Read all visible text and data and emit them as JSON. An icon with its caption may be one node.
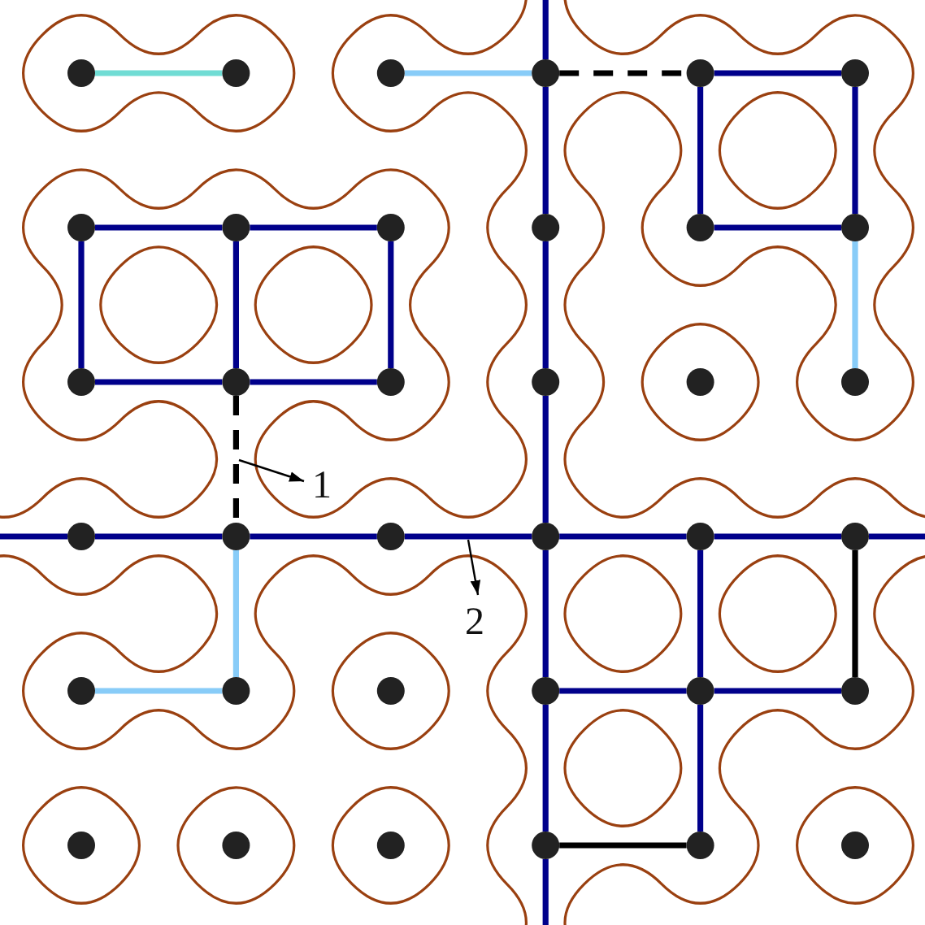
{
  "diagram": {
    "nodes": [
      {
        "text": [],
        "shape": "circle"
      },
      {
        "text": [],
        "shape": "circle"
      },
      {
        "text": [],
        "shape": "circle"
      },
      {
        "text": [],
        "shape": "circle"
      },
      {
        "text": [],
        "shape": "circle"
      },
      {
        "text": [],
        "shape": "circle"
      },
      {
        "text": [],
        "shape": "circle"
      },
      {
        "text": [],
        "shape": "circle"
      },
      {
        "text": [],
        "shape": "circle"
      },
      {
        "text": [],
        "shape": "circle"
      },
      {
        "text": [],
        "shape": "circle"
      },
      {
        "text": [],
        "shape": "circle"
      },
      {
        "text": [],
        "shape": "circle"
      },
      {
        "text": [],
        "shape": "circle"
      },
      {
        "text": [],
        "shape": "circle"
      },
      {
        "text": [],
        "shape": "circle"
      },
      {
        "text": [],
        "shape": "circle"
      },
      {
        "text": [],
        "shape": "circle"
      },
      {
        "text": [],
        "shape": "circle"
      },
      {
        "text": [],
        "shape": "circle"
      },
      {
        "text": [],
        "shape": "circle"
      },
      {
        "text": [],
        "shape": "circle"
      },
      {
        "text": [],
        "shape": "circle"
      },
      {
        "text": [],
        "shape": "circle"
      },
      {
        "text": [],
        "shape": "circle"
      },
      {
        "text": [],
        "shape": "circle"
      },
      {
        "text": [],
        "shape": "circle"
      },
      {
        "text": [],
        "shape": "circle"
      },
      {
        "text": [],
        "shape": "circle"
      },
      {
        "text": [],
        "shape": "circle"
      },
      {
        "text": [],
        "shape": "circle"
      },
      {
        "text": [],
        "shape": "circle"
      },
      {
        "text": [],
        "shape": "circle"
      },
      {
        "text": [],
        "shape": "circle"
      },
      {
        "text": [],
        "shape": "circle"
      },
      {
        "text": [],
        "shape": "circle"
      },
      {
        "text": [
          "1"
        ]
      },
      {
        "text": [
          "2"
        ]
      }
    ],
    "edges": [
      {
        "from": 0,
        "to": 1,
        "arrow": "none",
        "color": "#70dcd4"
      },
      {
        "from": 2,
        "to": 3,
        "arrow": "none",
        "color": "#88ccf8"
      },
      {
        "from": 3,
        "to": 4,
        "arrow": "none",
        "style": "dashed",
        "color": "#000000"
      },
      {
        "from": 4,
        "to": 5,
        "arrow": "none"
      },
      {
        "from": 4,
        "to": 10,
        "arrow": "none"
      },
      {
        "from": 5,
        "to": 11,
        "arrow": "none"
      },
      {
        "from": 10,
        "to": 11,
        "arrow": "none"
      },
      {
        "from": 11,
        "to": 17,
        "arrow": "none",
        "color": "#88ccf8"
      },
      {
        "from": null,
        "to": 3,
        "arrow": "none"
      },
      {
        "from": 3,
        "to": 9,
        "arrow": "none"
      },
      {
        "from": 9,
        "to": 15,
        "arrow": "none"
      },
      {
        "from": 15,
        "to": 21,
        "arrow": "none"
      },
      {
        "from": 21,
        "to": 27,
        "arrow": "none"
      },
      {
        "from": 27,
        "to": 33,
        "arrow": "none"
      },
      {
        "from": 33,
        "to": null,
        "arrow": "none"
      },
      {
        "from": 6,
        "to": 7,
        "arrow": "none"
      },
      {
        "from": 7,
        "to": 8,
        "arrow": "none"
      },
      {
        "from": 6,
        "to": 12,
        "arrow": "none"
      },
      {
        "from": 7,
        "to": 13,
        "arrow": "none"
      },
      {
        "from": 8,
        "to": 14,
        "arrow": "none"
      },
      {
        "from": 12,
        "to": 13,
        "arrow": "none"
      },
      {
        "from": 13,
        "to": 14,
        "arrow": "none"
      },
      {
        "from": 13,
        "to": 19,
        "arrow": "none",
        "style": "dashed",
        "color": "#000000"
      },
      {
        "from": null,
        "to": 18,
        "arrow": "none"
      },
      {
        "from": 18,
        "to": 19,
        "arrow": "none"
      },
      {
        "from": 19,
        "to": 20,
        "arrow": "none"
      },
      {
        "from": 20,
        "to": 21,
        "arrow": "none"
      },
      {
        "from": 21,
        "to": 22,
        "arrow": "none"
      },
      {
        "from": 22,
        "to": 23,
        "arrow": "none"
      },
      {
        "from": 23,
        "to": null,
        "arrow": "none"
      },
      {
        "from": 19,
        "to": 25,
        "arrow": "none",
        "color": "#88ccf8"
      },
      {
        "from": 24,
        "to": 25,
        "arrow": "none",
        "color": "#88ccf8"
      },
      {
        "from": 22,
        "to": 28,
        "arrow": "none"
      },
      {
        "from": 27,
        "to": 28,
        "arrow": "none"
      },
      {
        "from": 28,
        "to": 29,
        "arrow": "none"
      },
      {
        "from": 23,
        "to": 29,
        "arrow": "none",
        "color": "#000000"
      },
      {
        "from": 28,
        "to": 34,
        "arrow": "none"
      },
      {
        "from": 33,
        "to": 34,
        "arrow": "none",
        "color": "#000000"
      },
      {
        "from": null,
        "to": 36,
        "arrow": "to",
        "color": "#000000"
      },
      {
        "from": null,
        "to": 37,
        "arrow": "to",
        "color": "#000000"
      }
    ]
  }
}
